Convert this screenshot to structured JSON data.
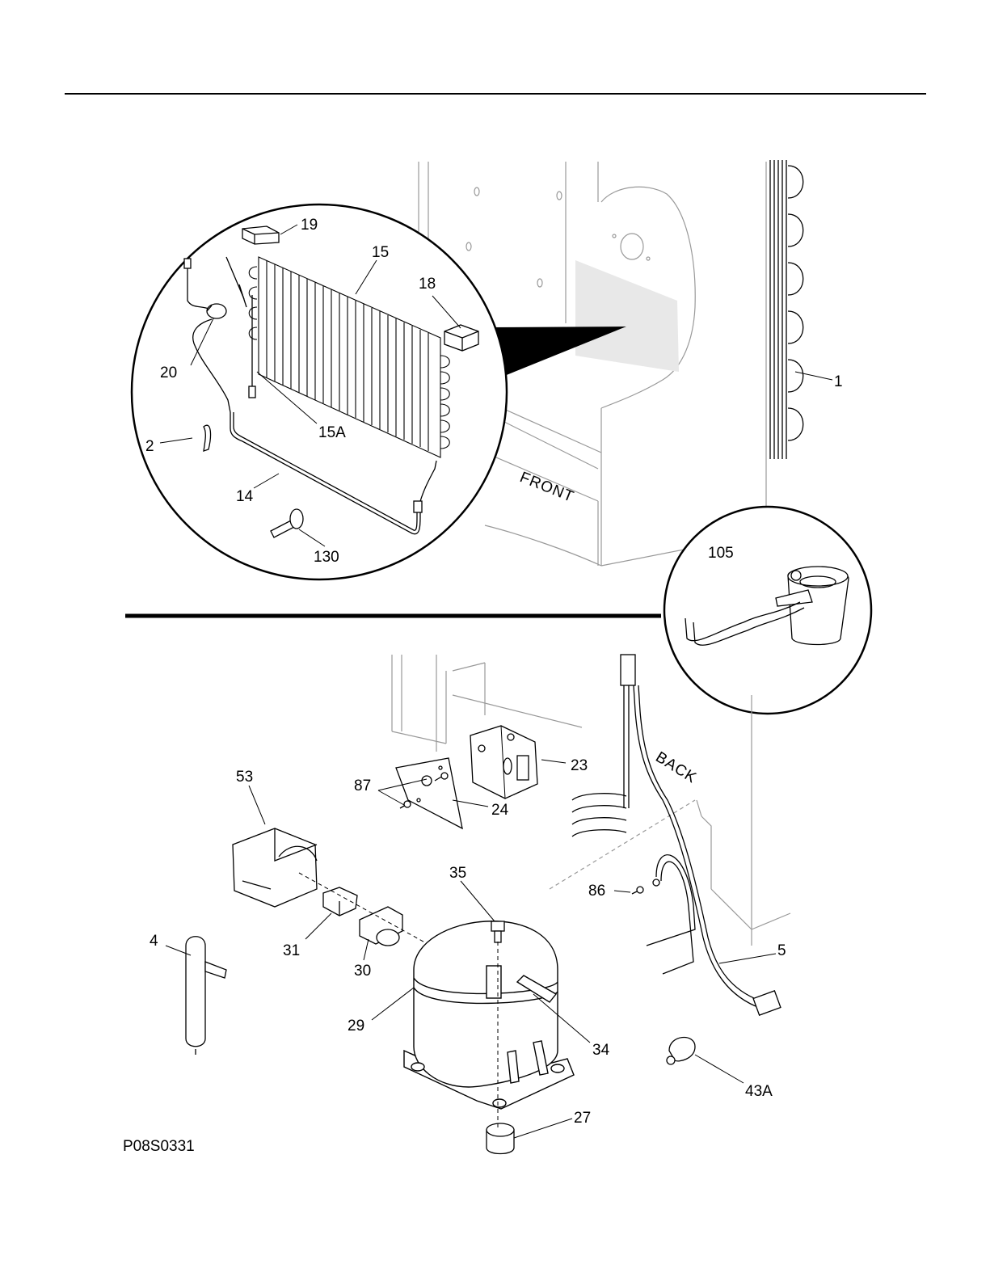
{
  "drawing_number": "P08S0331",
  "orientation": {
    "front": "FRONT",
    "back": "BACK"
  },
  "callouts": {
    "c1": "1",
    "c2": "2",
    "c4": "4",
    "c5": "5",
    "c14": "14",
    "c15": "15",
    "c15a": "15A",
    "c18": "18",
    "c19": "19",
    "c20": "20",
    "c23": "23",
    "c24": "24",
    "c27": "27",
    "c29": "29",
    "c30": "30",
    "c31": "31",
    "c34": "34",
    "c35": "35",
    "c43a": "43A",
    "c53": "53",
    "c86": "86",
    "c87": "87",
    "c105": "105",
    "c130": "130"
  }
}
